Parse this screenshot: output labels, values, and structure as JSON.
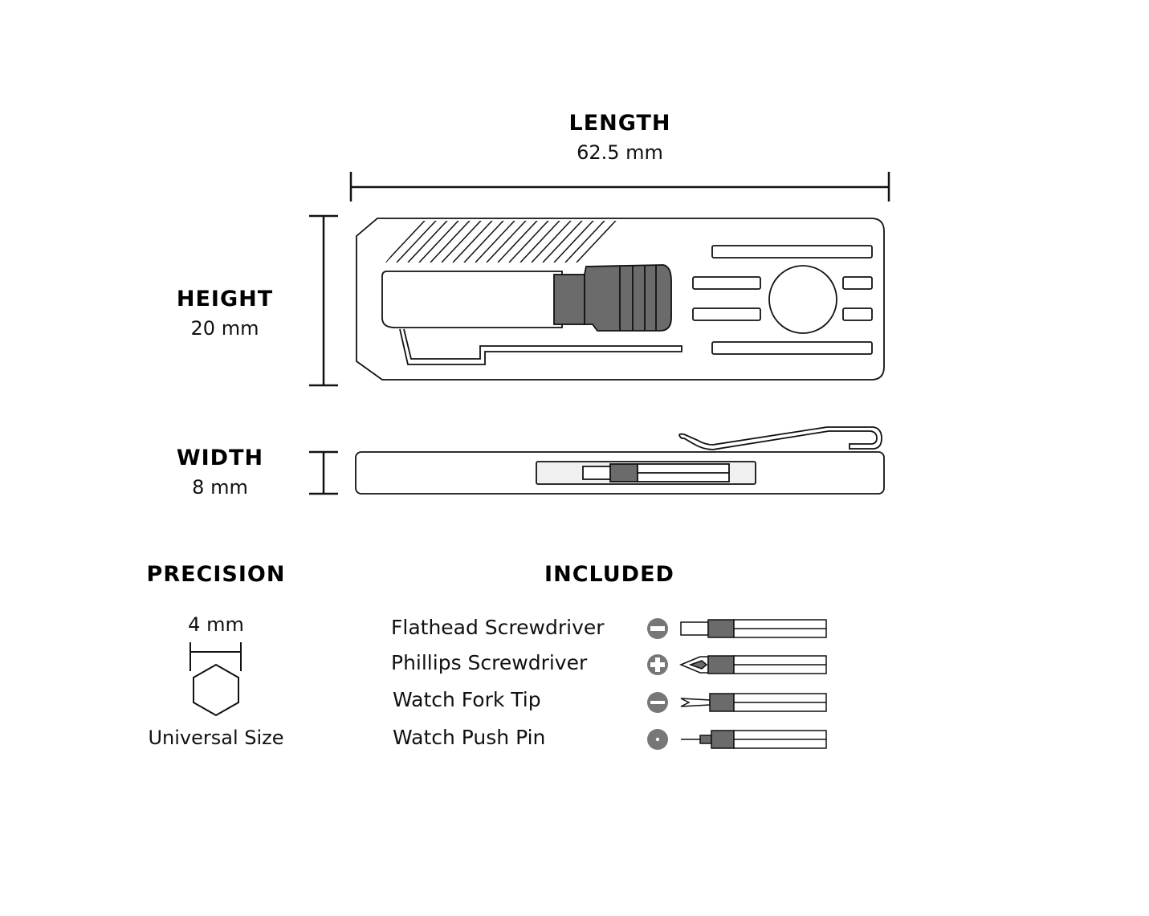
{
  "length": {
    "heading": "LENGTH",
    "value": "62.5 mm"
  },
  "height": {
    "heading": "HEIGHT",
    "value": "20 mm"
  },
  "width": {
    "heading": "WIDTH",
    "value": "8 mm"
  },
  "precision": {
    "heading": "PRECISION",
    "value": "4 mm",
    "caption": "Universal Size"
  },
  "included": {
    "heading": "INCLUDED",
    "items": [
      {
        "label": "Flathead Screwdriver",
        "icon": "flathead-icon"
      },
      {
        "label": "Phillips Screwdriver",
        "icon": "phillips-icon"
      },
      {
        "label": "Watch Fork Tip",
        "icon": "fork-tip-icon"
      },
      {
        "label": "Watch Push Pin",
        "icon": "push-pin-icon"
      }
    ]
  },
  "colors": {
    "ink": "#111111",
    "bit_grey": "#6b6b6b",
    "icon_grey": "#777777",
    "panel": "#f0f0f0"
  }
}
